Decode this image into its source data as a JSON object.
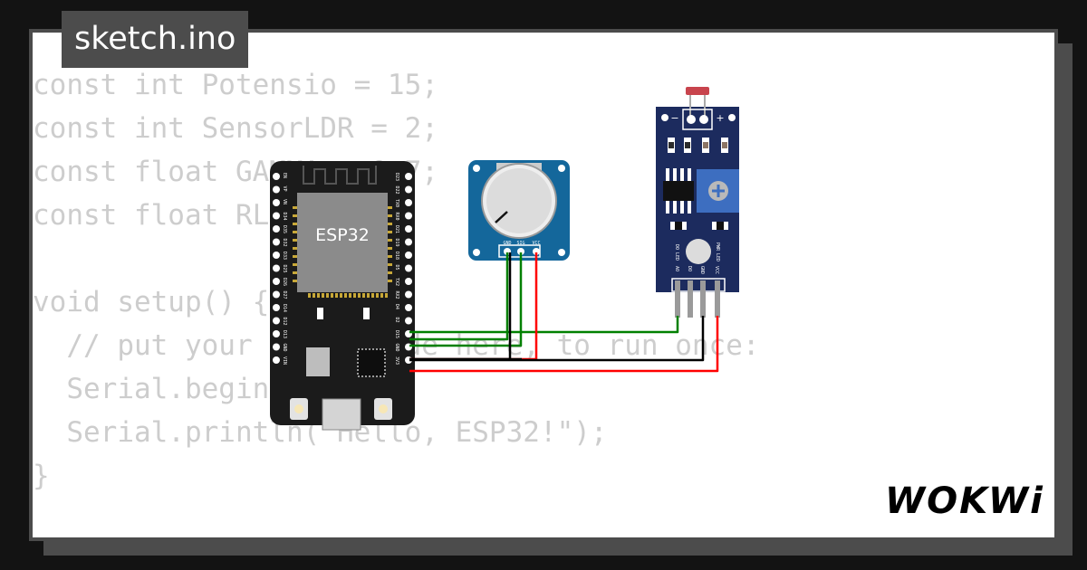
{
  "tab": {
    "title": "sketch.ino"
  },
  "code": {
    "lines": [
      "const int Potensio = 15;",
      "const int SensorLDR = 2;",
      "const float GAMMA = 0.7;",
      "const float RL10 = 50;",
      "",
      "void setup() {",
      "  // put your setup code here, to run once:",
      "  Serial.begin(115200);",
      "  Serial.println(\"Hello, ESP32!\");",
      "}"
    ]
  },
  "esp32": {
    "chip_label": "ESP32",
    "left_pins": [
      "EN",
      "VP",
      "VN",
      "D34",
      "D35",
      "D32",
      "D33",
      "D25",
      "D26",
      "D27",
      "D14",
      "D12",
      "D13",
      "GND",
      "VIN"
    ],
    "right_pins": [
      "D23",
      "D22",
      "TX0",
      "RX0",
      "D21",
      "D19",
      "D18",
      "D5",
      "TX2",
      "RX2",
      "D4",
      "D2",
      "D15",
      "GND",
      "3V3"
    ]
  },
  "potentiometer": {
    "pins": [
      "GND",
      "SIG",
      "VCC"
    ]
  },
  "ldr_module": {
    "minus": "−",
    "plus": "+",
    "led_labels": [
      "DO LED",
      "PWR LED"
    ],
    "pins": [
      "AO",
      "DO",
      "GND",
      "VCC"
    ]
  },
  "colors": {
    "wire_signal": "#008000",
    "wire_ground": "#000000",
    "wire_power": "#ff0000",
    "board": "#1b1b1b",
    "module_blue": "#1c2b5e",
    "pot_blue": "#14679b"
  },
  "brand": {
    "logo_text": "WOKWi"
  }
}
